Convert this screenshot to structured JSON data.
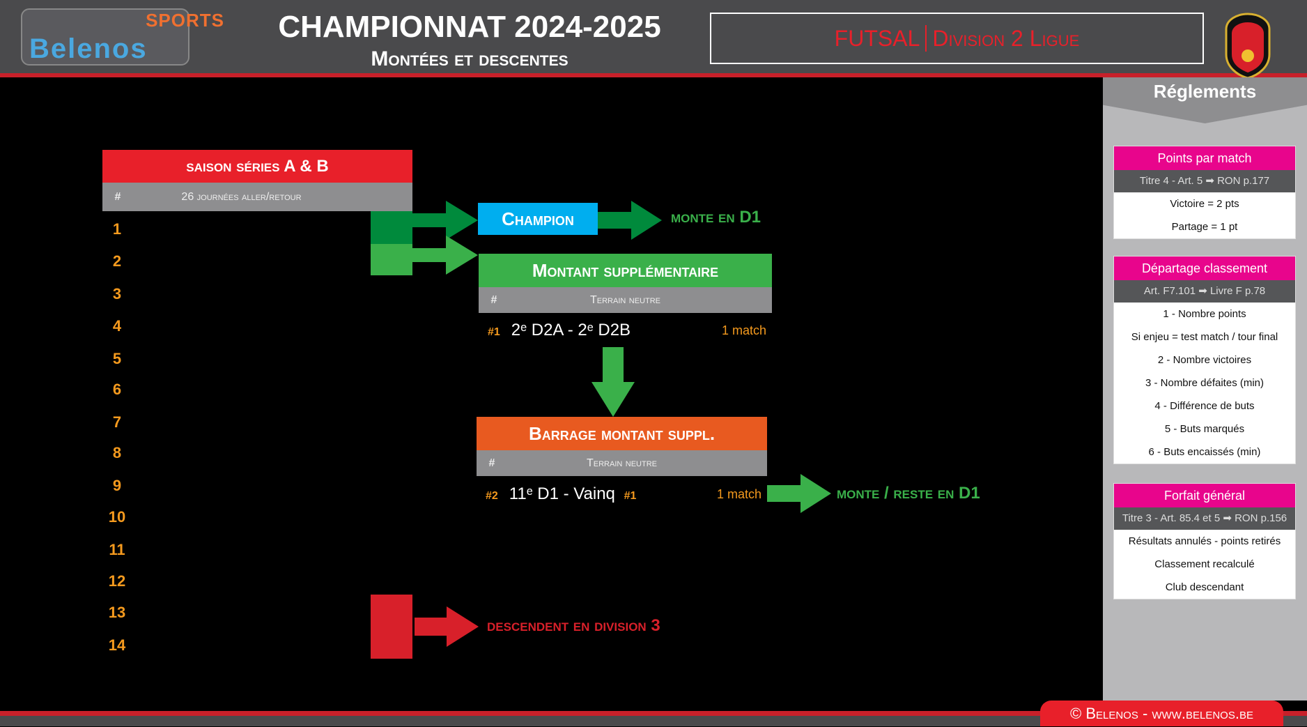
{
  "header": {
    "logo_sports": "SPORTS",
    "logo_brand": "Belenos",
    "title": "CHAMPIONNAT 2024-2025",
    "subtitle": "Montées et descentes",
    "sport": "FUTSAL",
    "division": "Division 2 Ligue"
  },
  "standings": {
    "title": "saison séries A & B",
    "hash": "#",
    "subtitle": "26 journées aller/retour",
    "positions": [
      "1",
      "2",
      "3",
      "4",
      "5",
      "6",
      "7",
      "8",
      "9",
      "10",
      "11",
      "12",
      "13",
      "14"
    ]
  },
  "champion": {
    "label": "Champion",
    "result": "monte en D1"
  },
  "montant": {
    "title": "Montant supplémentaire",
    "hash": "#",
    "venue": "Terrain neutre",
    "match_id": "#1",
    "match": "2ᵉ D2A - 2ᵉ D2B",
    "count": "1 match"
  },
  "barrage": {
    "title": "Barrage montant suppl.",
    "hash": "#",
    "venue": "Terrain neutre",
    "match_id": "#2",
    "match": "11ᵉ D1 - Vainq",
    "match_ref": "#1",
    "count": "1 match",
    "result": "monte / reste en D1"
  },
  "relegation": {
    "result": "descendent en division 3"
  },
  "sidebar": {
    "title": "Réglements",
    "boxes": [
      {
        "title": "Points par match",
        "ref": "Titre 4 - Art. 5 ➡ RON p.177",
        "lines": [
          "Victoire = 2 pts",
          "Partage = 1 pt"
        ]
      },
      {
        "title": "Départage classement",
        "ref": "Art. F7.101 ➡ Livre F p.78",
        "lines": [
          "1 - Nombre points",
          "Si enjeu = test match / tour final",
          "2 - Nombre victoires",
          "3 - Nombre défaites (min)",
          "4 - Différence de buts",
          "5 - Buts marqués",
          "6 - Buts encaissés (min)"
        ]
      },
      {
        "title": "Forfait général",
        "ref": "Titre 3 - Art. 85.4 et 5 ➡ RON p.156",
        "lines": [
          "Résultats annulés - points retirés",
          "Classement recalculé",
          "Club descendant"
        ]
      }
    ]
  },
  "footer": {
    "copyright": "© Belenos - www.belenos.be"
  },
  "colors": {
    "red": "#e8202a",
    "green": "#3ab04a",
    "darkgreen": "#008a3c",
    "blue": "#00aeef",
    "orange": "#e85a20",
    "pink": "#e8058c"
  }
}
